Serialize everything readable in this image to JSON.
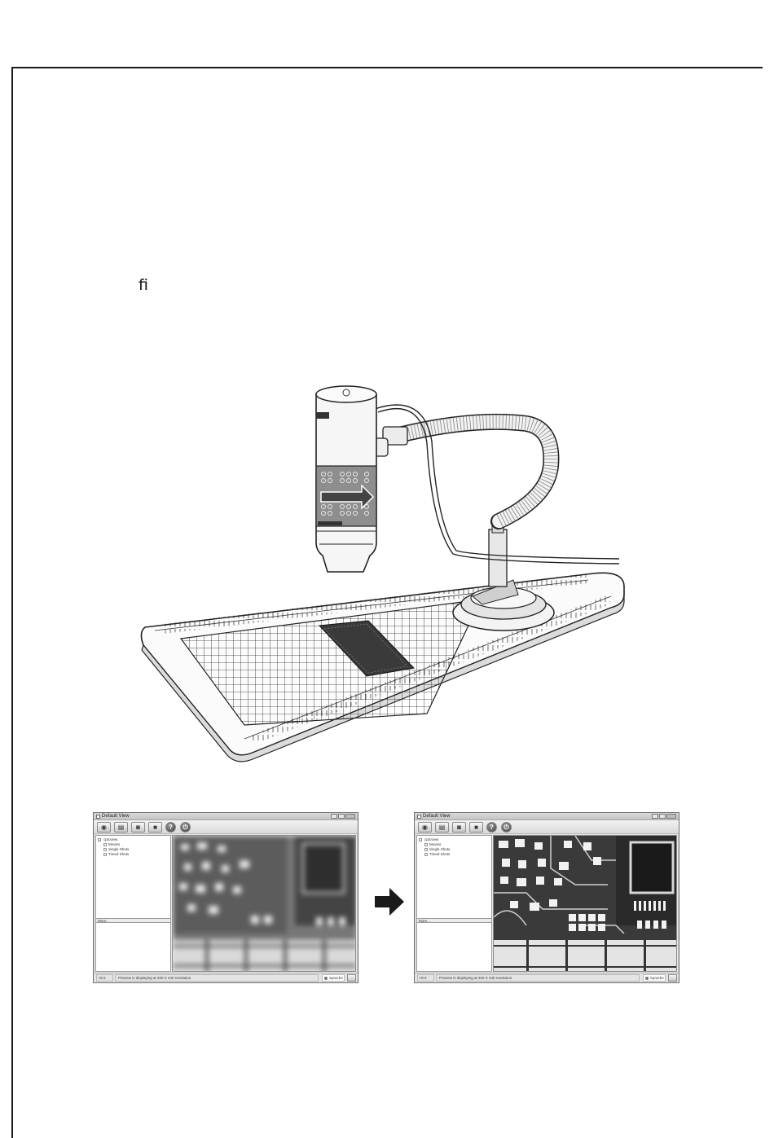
{
  "page": {
    "ligature_glyph": "ﬁ"
  },
  "screenshots": [
    {
      "state": "blurred",
      "window_title": "Default View",
      "toolbar_icons": [
        "camera-icon",
        "film-icon",
        "photo-capture-icon",
        "video-icon",
        "help-icon",
        "power-icon"
      ],
      "tree": {
        "root": "cptcview",
        "children": [
          "Movies",
          "Single Shots",
          "Timed Shots"
        ]
      },
      "more_label": "More...",
      "status": {
        "hint": "Hint:",
        "message": "Preview is displaying at 320 X 240 resolution",
        "language": "Sprache"
      }
    },
    {
      "state": "focused",
      "window_title": "Default View",
      "toolbar_icons": [
        "camera-icon",
        "film-icon",
        "photo-capture-icon",
        "video-icon",
        "help-icon",
        "power-icon"
      ],
      "tree": {
        "root": "cptcview",
        "children": [
          "Movies",
          "Single Shots",
          "Timed Shots"
        ]
      },
      "more_label": "More...",
      "status": {
        "hint": "Hint:",
        "message": "Preview is displaying at 320 X 240 resolution",
        "language": "Sprache"
      }
    }
  ],
  "arrow": {
    "icon": "right-arrow-icon",
    "color": "#1a1a1a"
  }
}
